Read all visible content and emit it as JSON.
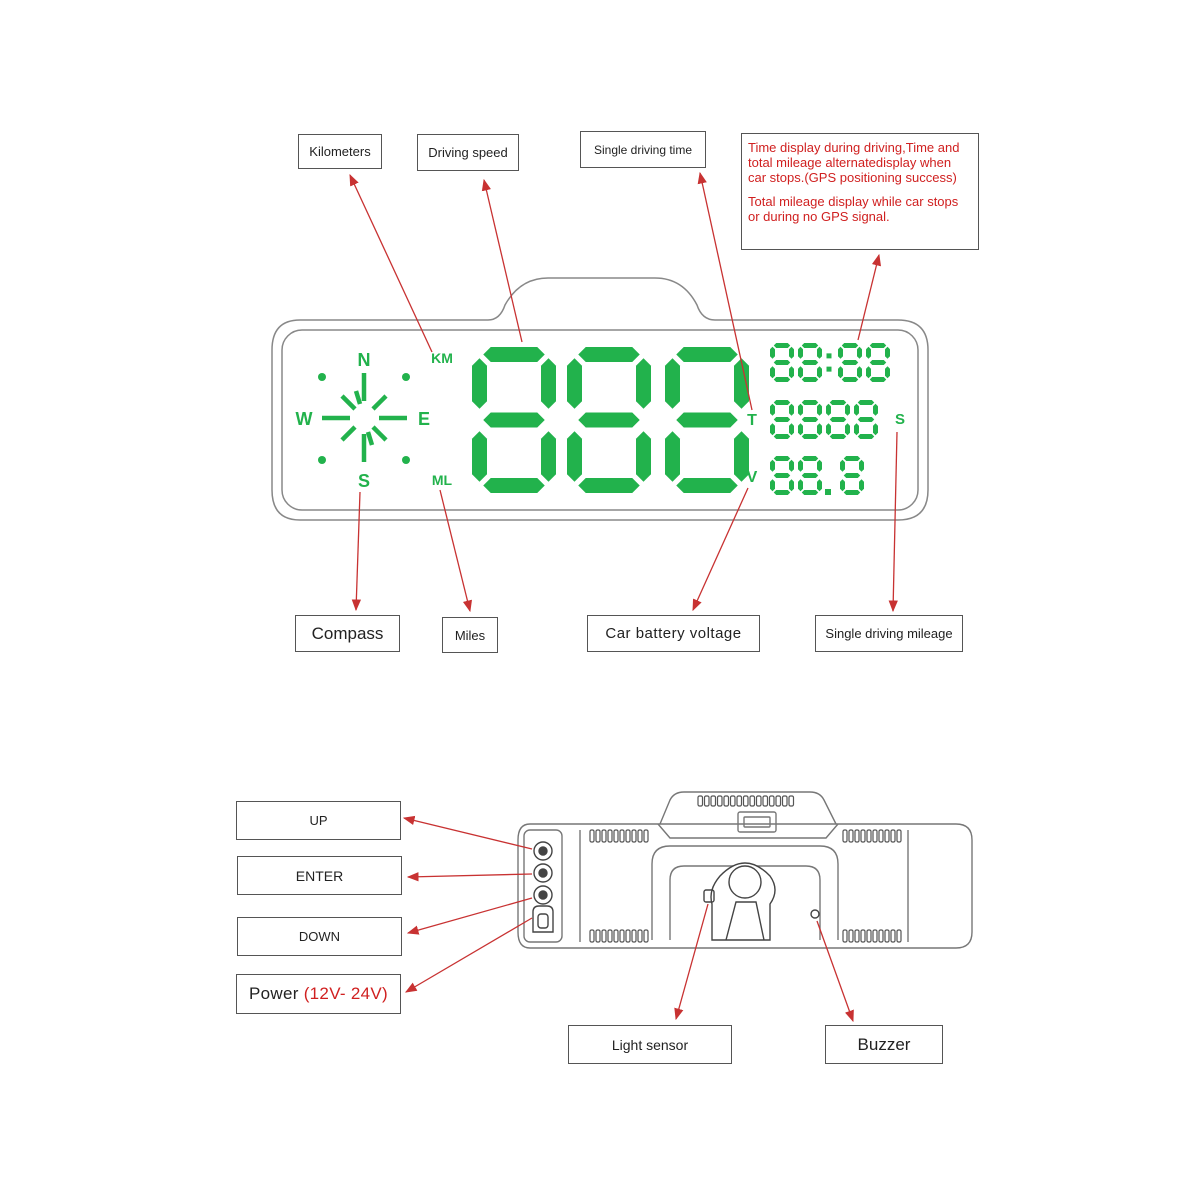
{
  "labels": {
    "kilometers": "Kilometers",
    "driving_speed": "Driving speed",
    "single_driving_time": "Single driving time",
    "compass": "Compass",
    "miles": "Miles",
    "car_battery_voltage": "Car battery voltage",
    "single_driving_mileage": "Single driving mileage",
    "up": "UP",
    "enter": "ENTER",
    "down": "DOWN",
    "power": "Power",
    "power_range": "(12V- 24V)",
    "light_sensor": "Light sensor",
    "buzzer": "Buzzer"
  },
  "note": {
    "line1": "Time display during driving,Time and total mileage alternatedisplay when car stops.(GPS positioning success)",
    "line2": "Total mileage display while car stops or during no GPS signal."
  },
  "display": {
    "compass_n": "N",
    "compass_s": "S",
    "compass_e": "E",
    "compass_w": "W",
    "unit_km": "KM",
    "unit_ml": "ML",
    "indicator_t": "T",
    "indicator_v": "V",
    "indicator_s": "S",
    "speed_digits": "888",
    "time_readout": "88:88",
    "mileage_readout": "8888",
    "voltage_readout": "88.8"
  },
  "colors": {
    "segment_green": "#22b24c",
    "annotation_red": "#d02020",
    "arrow_red": "#c83232"
  }
}
